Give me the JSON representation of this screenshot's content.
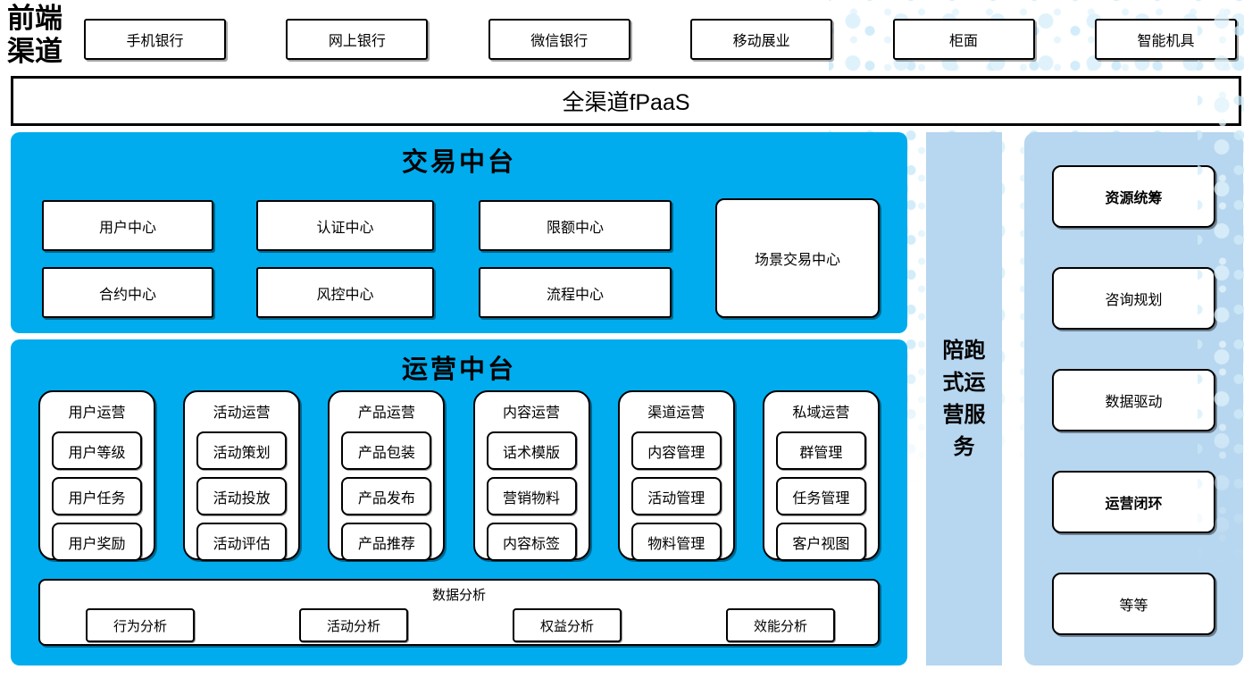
{
  "front_channel_label": "前端渠道",
  "channels": [
    "手机银行",
    "网上银行",
    "微信银行",
    "移动展业",
    "柜面",
    "智能机具"
  ],
  "fpaas": "全渠道fPaaS",
  "trade": {
    "title": "交易中台",
    "centers": [
      "用户中心",
      "认证中心",
      "限额中心",
      "合约中心",
      "风控中心",
      "流程中心"
    ],
    "scene_center": "场景交易中心"
  },
  "ops": {
    "title": "运营中台",
    "groups": [
      {
        "title": "用户运营",
        "items": [
          "用户等级",
          "用户任务",
          "用户奖励"
        ]
      },
      {
        "title": "活动运营",
        "items": [
          "活动策划",
          "活动投放",
          "活动评估"
        ]
      },
      {
        "title": "产品运营",
        "items": [
          "产品包装",
          "产品发布",
          "产品推荐"
        ]
      },
      {
        "title": "内容运营",
        "items": [
          "话术模版",
          "营销物料",
          "内容标签"
        ]
      },
      {
        "title": "渠道运营",
        "items": [
          "内容管理",
          "活动管理",
          "物料管理"
        ]
      },
      {
        "title": "私域运营",
        "items": [
          "群管理",
          "任务管理",
          "客户视图"
        ]
      }
    ],
    "analysis": {
      "title": "数据分析",
      "items": [
        "行为分析",
        "活动分析",
        "权益分析",
        "效能分析"
      ]
    }
  },
  "side_service_label": "陪跑式运营服务",
  "right_panel": {
    "items": [
      {
        "label": "资源统筹",
        "bold": true
      },
      {
        "label": "咨询规划",
        "bold": false
      },
      {
        "label": "数据驱动",
        "bold": false
      },
      {
        "label": "运营闭环",
        "bold": true
      },
      {
        "label": "等等",
        "bold": false
      }
    ]
  },
  "colors": {
    "bright_blue": "#00ACEE",
    "light_blue": "#B7D6EF",
    "dot_blue": "#DFF2FB",
    "box_border": "#000000"
  }
}
